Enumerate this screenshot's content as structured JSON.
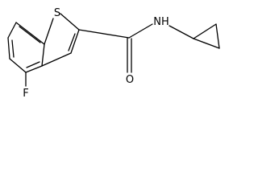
{
  "molecule": {
    "atoms": {
      "sulfur": "S",
      "nitrogen_hydrogen": "NH",
      "oxygen": "O",
      "fluorine": "F"
    }
  },
  "colors": {
    "bond": "#000000",
    "label": "#000000",
    "background": "#ffffff"
  }
}
